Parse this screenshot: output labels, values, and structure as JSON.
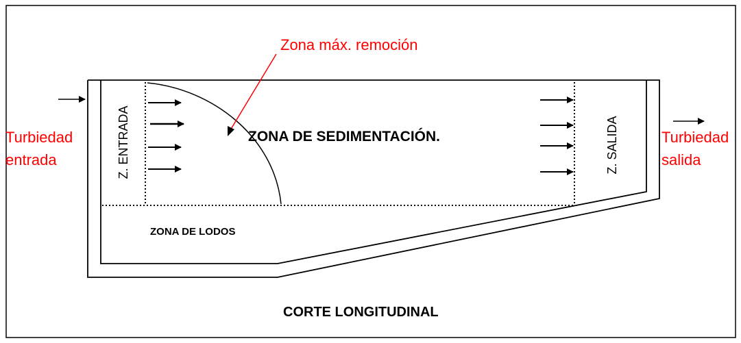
{
  "labels": {
    "zona_max_remocion": "Zona máx. remoción",
    "turbiedad_entrada_1": "Turbiedad",
    "turbiedad_entrada_2": "entrada",
    "turbiedad_salida_1": "Turbiedad",
    "turbiedad_salida_2": "salida",
    "z_entrada": "Z. ENTRADA",
    "z_salida": "Z. SALIDA",
    "zona_sedimentacion": "ZONA DE SEDIMENTACIÓN.",
    "zona_lodos": "ZONA DE LODOS",
    "corte_longitudinal": "CORTE LONGITUDINAL"
  },
  "colors": {
    "annotation": "#ff0000",
    "lines": "#000000",
    "background": "#ffffff"
  }
}
